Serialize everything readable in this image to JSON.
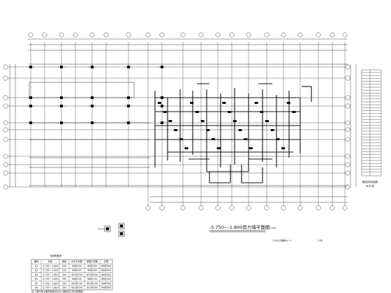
{
  "drawing_title": "-5.750~-1.800剪力墙平面图",
  "plan_subtitle": "1:200",
  "detail_label": "1-2/A-2剖面(b)~1",
  "detail_scale": "1:50",
  "right_table": {
    "header": "标 高 表",
    "footer": "楼层结构高度表"
  },
  "lower_table": {
    "title": "墙身配筋表",
    "headers": [
      "编号",
      "标高",
      "墙厚",
      "水平分布筋",
      "垂直分布筋",
      "拉筋"
    ],
    "rows": [
      {
        "id": "Q1",
        "elev": "-5.750~-1.800",
        "t": "200",
        "h": "Φ8@200",
        "v": "Φ8@200",
        "s": "Φ6@600"
      },
      {
        "id": "Q2",
        "elev": "-5.750~-1.800",
        "t": "250",
        "h": "Φ8@200",
        "v": "Φ8@200",
        "s": "Φ6@600"
      },
      {
        "id": "Q3",
        "elev": "-5.750~-1.800",
        "t": "300",
        "h": "Φ10@200",
        "v": "Φ10@200",
        "s": "Φ6@600"
      },
      {
        "id": "Q4",
        "elev": "-5.750~-1.800",
        "t": "200",
        "h": "Φ8@150",
        "v": "Φ8@150",
        "s": "Φ6@450"
      },
      {
        "id": "Q5",
        "elev": "-5.750~-1.800",
        "t": "250",
        "h": "Φ10@150",
        "v": "Φ10@150",
        "s": "Φ6@450"
      },
      {
        "id": "Q6",
        "elev": "-5.750~-1.800",
        "t": "300",
        "h": "Φ12@200",
        "v": "Φ12@200",
        "s": "Φ6@600"
      }
    ],
    "note": "注:1.图中未注明的墙体均为Q1,墙体定位详见建筑图。"
  },
  "colors": {
    "line": "#111111",
    "bg": "#ffffff"
  }
}
